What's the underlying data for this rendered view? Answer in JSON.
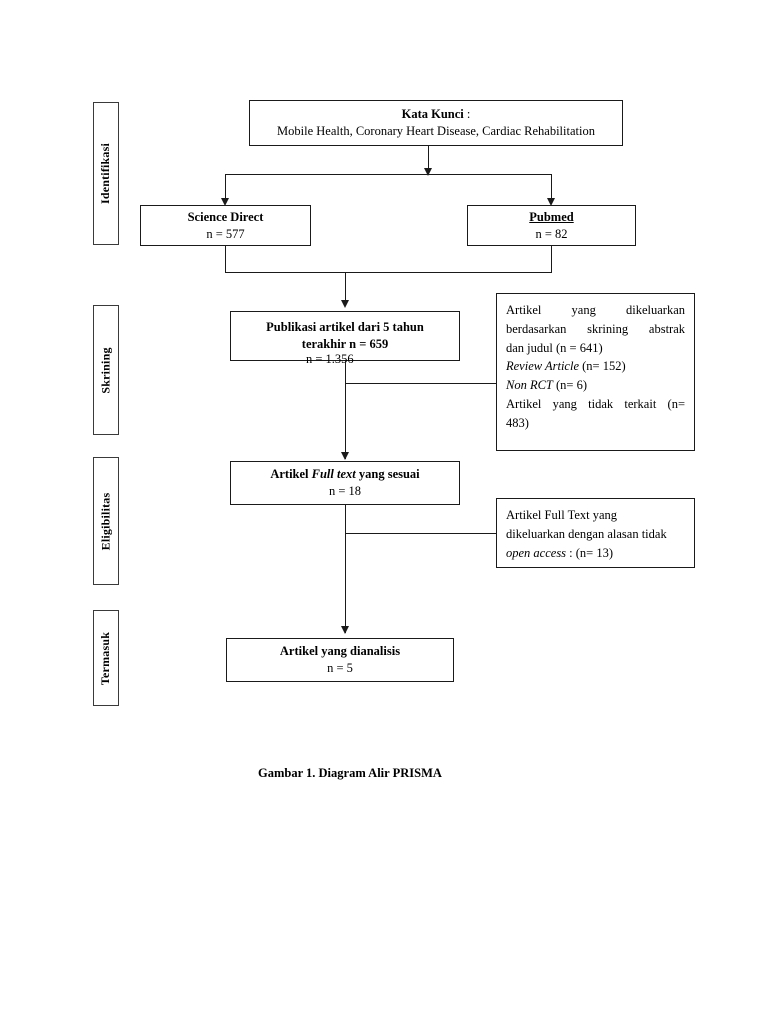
{
  "figure": {
    "caption": "Gambar 1. Diagram Alir PRISMA",
    "type": "prisma-flow-diagram"
  },
  "stages": [
    {
      "label": "Identifikasi"
    },
    {
      "label": "Skrining"
    },
    {
      "label": "Eligibilitas"
    },
    {
      "label": "Termasuk"
    }
  ],
  "nodes": {
    "keywords": {
      "title": "Kata Kunci",
      "title_suffix": " :",
      "terms": "Mobile Health, Coronary Heart Disease, Cardiac Rehabilitation"
    },
    "science_direct": {
      "title": "Science Direct",
      "count": "n = 577"
    },
    "pubmed": {
      "title": "Pubmed",
      "count": "n = 82"
    },
    "publications": {
      "line1": "Publikasi artikel dari 5 tahun",
      "line2": "terakhir n = 659",
      "overlap_text": "n = 1.356"
    },
    "fulltext": {
      "prefix": "Artikel ",
      "emphasis": "Full text",
      "suffix": " yang sesuai",
      "count": "n = 18"
    },
    "analyzed": {
      "title": "Artikel yang dianalisis",
      "count": "n = 5"
    }
  },
  "exclusions": {
    "screening": {
      "line1": "Artikel yang dikeluarkan",
      "line2": "berdasarkan skrining abstrak",
      "line3": "dan judul (n = 641)",
      "line4_em": "Review Article",
      "line4_rest": " (n= 152)",
      "line5_em": "Non RCT",
      "line5_rest": " (n= 6)",
      "line6": "Artikel yang tidak terkait (n=",
      "line7": "483)"
    },
    "eligibility": {
      "line1": "Artikel Full Text yang",
      "line2": "dikeluarkan dengan alasan tidak",
      "line3_em": "open access",
      "line3_rest": " : (n= 13)"
    }
  },
  "colors": {
    "stroke": "#1a1a1a",
    "background": "#ffffff",
    "text": "#000000"
  }
}
